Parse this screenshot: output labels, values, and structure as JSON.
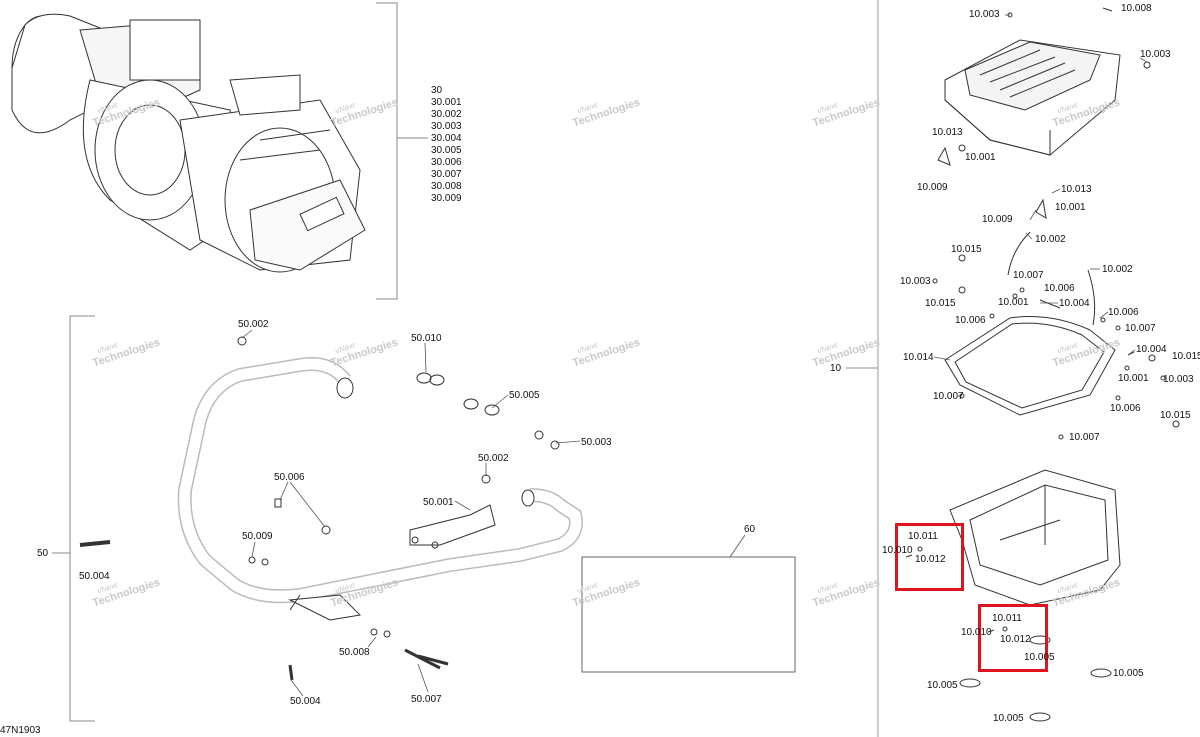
{
  "figure_id": "47N1903",
  "watermark": {
    "line1": "vNext",
    "line2": "Technologies"
  },
  "highlight_color": "#e0141e",
  "groups": {
    "winch": {
      "ref": "30",
      "items": [
        "30",
        "30.001",
        "30.002",
        "30.003",
        "30.004",
        "30.005",
        "30.006",
        "30.007",
        "30.008",
        "30.009"
      ]
    },
    "bumper": {
      "ref": "50"
    },
    "storage_box": {
      "ref": "10"
    },
    "box_60": {
      "ref": "60"
    }
  },
  "labels": {
    "l50_004a": "50.004",
    "l50_004b": "50.004",
    "l50_002a": "50.002",
    "l50_002b": "50.002",
    "l50_010": "50.010",
    "l50_005": "50.005",
    "l50_003": "50.003",
    "l50_006": "50.006",
    "l50_001": "50.001",
    "l50_009": "50.009",
    "l50_008": "50.008",
    "l50_007": "50.007",
    "l10_003a": "10.003",
    "l10_008": "10.008",
    "l10_003b": "10.003",
    "l10_013a": "10.013",
    "l10_001a": "10.001",
    "l10_009a": "10.009",
    "l10_013b": "10.013",
    "l10_001b": "10.001",
    "l10_009b": "10.009",
    "l10_002a": "10.002",
    "l10_015a": "10.015",
    "l10_007a": "10.007",
    "l10_002b": "10.002",
    "l10_003c": "10.003",
    "l10_006a": "10.006",
    "l10_015b": "10.015",
    "l10_001c": "10.001",
    "l10_004a": "10.004",
    "l10_006b": "10.006",
    "l10_006c": "10.006",
    "l10_007b": "10.007",
    "l10_014": "10.014",
    "l10_004b": "10.004",
    "l10_015c": "10.015",
    "l10_001d": "10.001",
    "l10_003d": "10.003",
    "l10_007c": "10.007",
    "l10_006d": "10.006",
    "l10_015d": "10.015",
    "l10_007d": "10.007",
    "l10_011a": "10.011",
    "l10_010a": "10.010",
    "l10_012a": "10.012",
    "l10_011b": "10.011",
    "l10_010b": "10.010",
    "l10_012b": "10.012",
    "l10_005a": "10.005",
    "l10_005b": "10.005",
    "l10_005c": "10.005",
    "l10_005d": "10.005"
  }
}
